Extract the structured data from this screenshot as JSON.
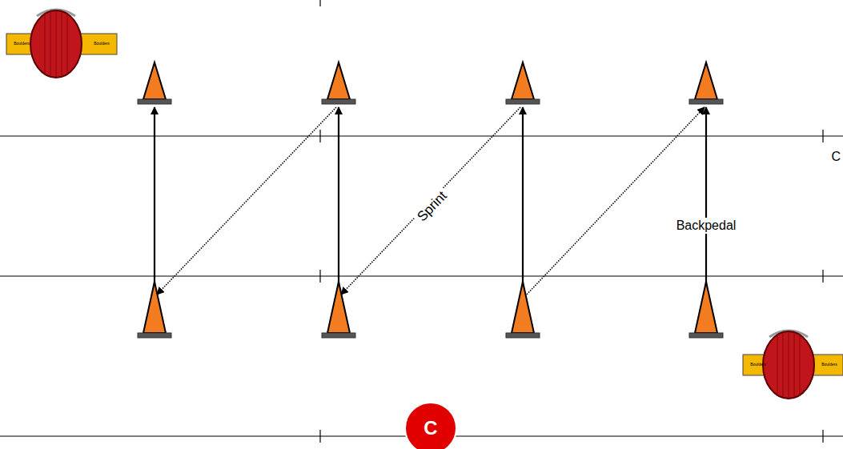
{
  "diagram": {
    "nodes": [
      {
        "text": [
          "C"
        ]
      }
    ],
    "labels": [
      "Sprint",
      "Backpedal",
      "Boulders",
      "Boulders",
      "Boulders",
      "Boulders",
      "C"
    ]
  }
}
